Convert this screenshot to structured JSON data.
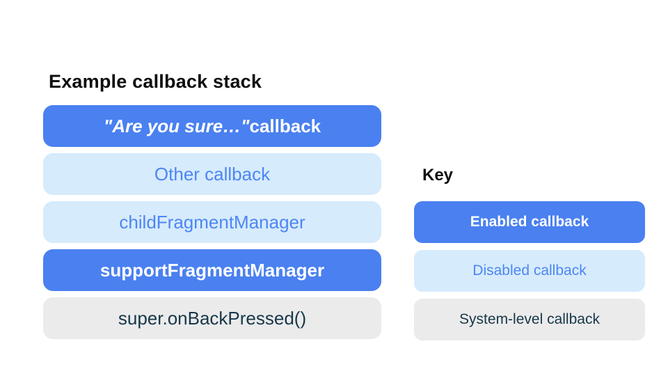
{
  "colors": {
    "background": "#ffffff",
    "enabled_bg": "#4a80f0",
    "enabled_text": "#ffffff",
    "disabled_bg": "#d6ebfc",
    "disabled_text": "#4d86f4",
    "system_bg": "#ebebeb",
    "system_text": "#17374a",
    "heading_text": "#0e0e0e"
  },
  "diagram": {
    "title": "Example callback stack",
    "stack": [
      {
        "type": "enabled",
        "text_italic": "\"Are you sure…\"",
        "text_regular": " callback"
      },
      {
        "type": "disabled",
        "text": "Other callback"
      },
      {
        "type": "disabled",
        "text": "childFragmentManager"
      },
      {
        "type": "enabled",
        "text": "supportFragmentManager"
      },
      {
        "type": "system",
        "text": "super.onBackPressed()"
      }
    ]
  },
  "key": {
    "title": "Key",
    "items": [
      {
        "type": "enabled",
        "label": "Enabled callback"
      },
      {
        "type": "disabled",
        "label": "Disabled callback"
      },
      {
        "type": "system",
        "label": "System-level callback"
      }
    ]
  }
}
